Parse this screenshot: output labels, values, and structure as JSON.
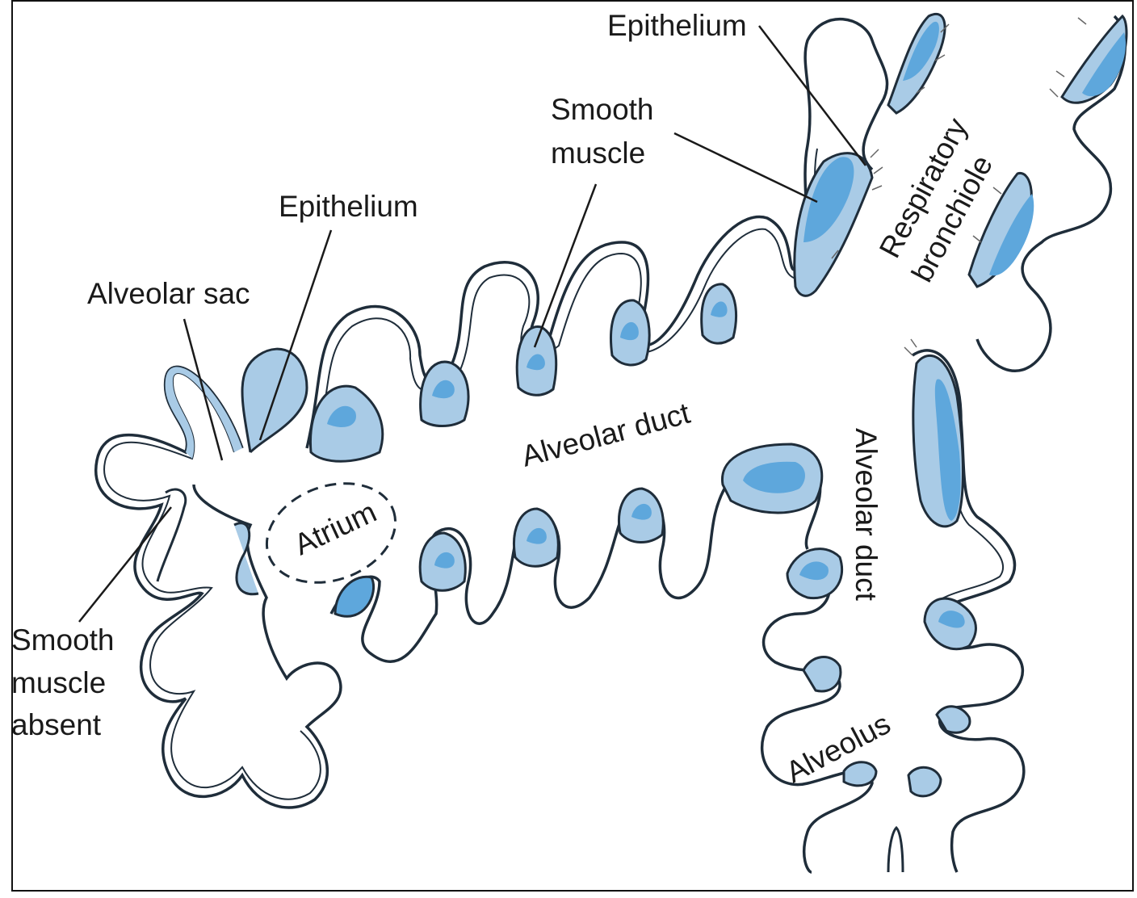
{
  "colors": {
    "wall_fill": "#a9cbe6",
    "muscle_fill": "#5ea7dc",
    "outline": "#1f2d3a",
    "background": "#ffffff",
    "lumen": "#ffffff"
  },
  "labels": {
    "epithelium_top": "Epithelium",
    "smooth_muscle": [
      "Smooth",
      "muscle"
    ],
    "epithelium_left": "Epithelium",
    "alveolar_sac": "Alveolar sac",
    "respiratory_bronchiole": [
      "Respiratory",
      "bronchiole"
    ],
    "alveolar_duct_main": "Alveolar duct",
    "alveolar_duct_vertical": "Alveolar duct",
    "atrium": "Atrium",
    "smooth_muscle_absent": [
      "Smooth",
      "muscle",
      "absent"
    ],
    "alveolus": "Alveolus"
  },
  "icons": {
    "cilia": "cilia-icon",
    "cell": "epithelial-cell-icon"
  }
}
